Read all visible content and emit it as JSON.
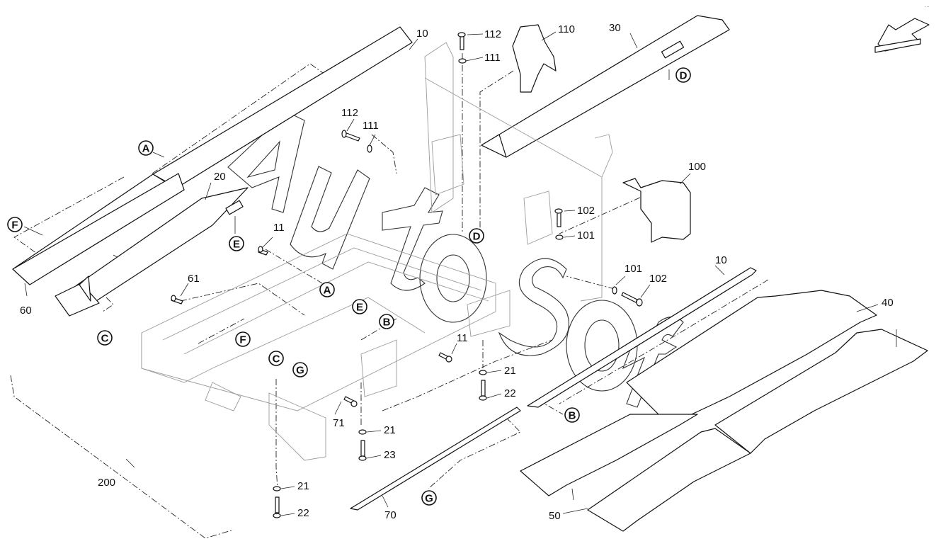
{
  "diagram": {
    "type": "exploded-parts-diagram",
    "watermark": "AutoSoft",
    "corner_text": "…",
    "direction_indicator": "arrow-pointing-down-left",
    "part_numbers": [
      {
        "id": "p10a",
        "label": "10"
      },
      {
        "id": "p10b",
        "label": "10"
      },
      {
        "id": "p20",
        "label": "20"
      },
      {
        "id": "p30",
        "label": "30"
      },
      {
        "id": "p40",
        "label": "40"
      },
      {
        "id": "p50",
        "label": "50"
      },
      {
        "id": "p60",
        "label": "60"
      },
      {
        "id": "p61",
        "label": "61"
      },
      {
        "id": "p70",
        "label": "70"
      },
      {
        "id": "p71",
        "label": "71"
      },
      {
        "id": "p11a",
        "label": "11"
      },
      {
        "id": "p11b",
        "label": "11"
      },
      {
        "id": "p21a",
        "label": "21"
      },
      {
        "id": "p21b",
        "label": "21"
      },
      {
        "id": "p21c",
        "label": "21"
      },
      {
        "id": "p22a",
        "label": "22"
      },
      {
        "id": "p22b",
        "label": "22"
      },
      {
        "id": "p23",
        "label": "23"
      },
      {
        "id": "p100",
        "label": "100"
      },
      {
        "id": "p101a",
        "label": "101"
      },
      {
        "id": "p101b",
        "label": "101"
      },
      {
        "id": "p102a",
        "label": "102"
      },
      {
        "id": "p102b",
        "label": "102"
      },
      {
        "id": "p110",
        "label": "110"
      },
      {
        "id": "p111a",
        "label": "111"
      },
      {
        "id": "p111b",
        "label": "111"
      },
      {
        "id": "p112a",
        "label": "112"
      },
      {
        "id": "p112b",
        "label": "112"
      },
      {
        "id": "p200",
        "label": "200"
      }
    ],
    "reference_markers": [
      {
        "id": "A1",
        "label": "A"
      },
      {
        "id": "A2",
        "label": "A"
      },
      {
        "id": "B1",
        "label": "B"
      },
      {
        "id": "B2",
        "label": "B"
      },
      {
        "id": "C1",
        "label": "C"
      },
      {
        "id": "C2",
        "label": "C"
      },
      {
        "id": "D1",
        "label": "D"
      },
      {
        "id": "D2",
        "label": "D"
      },
      {
        "id": "E1",
        "label": "E"
      },
      {
        "id": "E2",
        "label": "E"
      },
      {
        "id": "F1",
        "label": "F"
      },
      {
        "id": "F2",
        "label": "F"
      },
      {
        "id": "G1",
        "label": "G"
      },
      {
        "id": "G2",
        "label": "G"
      }
    ]
  }
}
